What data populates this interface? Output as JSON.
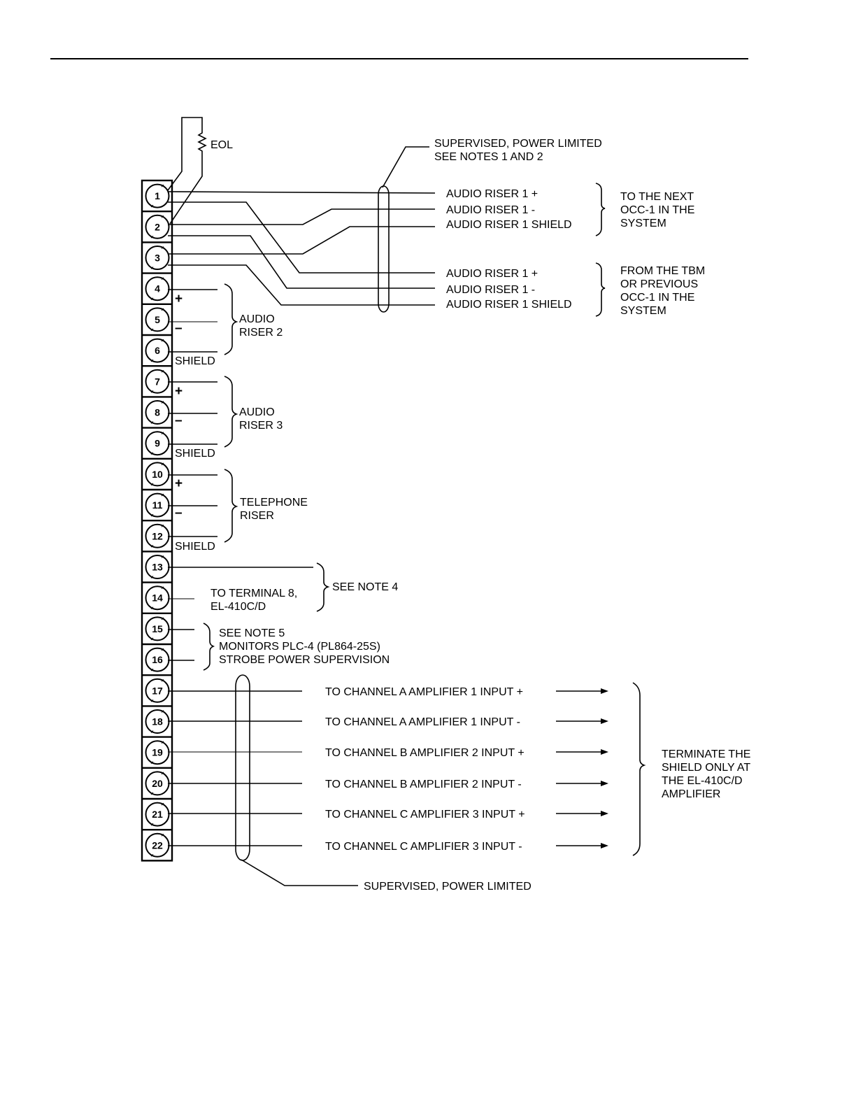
{
  "terminals": [
    "1",
    "2",
    "3",
    "4",
    "5",
    "6",
    "7",
    "8",
    "9",
    "10",
    "11",
    "12",
    "13",
    "14",
    "15",
    "16",
    "17",
    "18",
    "19",
    "20",
    "21",
    "22"
  ],
  "eol_label": "EOL",
  "cable_top": {
    "line1": "SUPERVISED, POWER LIMITED",
    "line2": "SEE NOTES 1 AND 2"
  },
  "riser1_next": {
    "wires": [
      "AUDIO RISER 1 +",
      "AUDIO RISER 1 -",
      "AUDIO RISER 1 SHIELD"
    ],
    "dest": [
      "TO THE NEXT",
      "OCC-1 IN THE",
      "SYSTEM"
    ]
  },
  "riser1_prev": {
    "wires": [
      "AUDIO RISER 1 +",
      "AUDIO RISER 1 -",
      "AUDIO RISER 1 SHIELD"
    ],
    "dest": [
      "FROM THE TBM",
      "OR PREVIOUS",
      "OCC-1 IN THE",
      "SYSTEM"
    ]
  },
  "polarity": {
    "plus": "+",
    "minus": "–",
    "shield": "SHIELD"
  },
  "riser2": [
    "AUDIO",
    "RISER 2"
  ],
  "riser3": [
    "AUDIO",
    "RISER 3"
  ],
  "telephone": [
    "TELEPHONE",
    "RISER"
  ],
  "t14_label": [
    "TO TERMINAL 8,",
    "EL-410C/D"
  ],
  "note4": "SEE NOTE 4",
  "note5": [
    "SEE NOTE 5",
    "MONITORS PLC-4 (PL864-25S)",
    "STROBE POWER SUPERVISION"
  ],
  "amp_inputs": [
    "TO CHANNEL A AMPLIFIER 1 INPUT +",
    "TO CHANNEL A AMPLIFIER 1 INPUT -",
    "TO CHANNEL B AMPLIFIER 2 INPUT +",
    "TO CHANNEL B AMPLIFIER 2 INPUT -",
    "TO CHANNEL C AMPLIFIER 3 INPUT +",
    "TO CHANNEL C AMPLIFIER 3 INPUT -"
  ],
  "terminate": [
    "TERMINATE THE",
    "SHIELD ONLY AT",
    "THE EL-410C/D",
    "AMPLIFIER"
  ],
  "cable_bottom": "SUPERVISED, POWER LIMITED"
}
